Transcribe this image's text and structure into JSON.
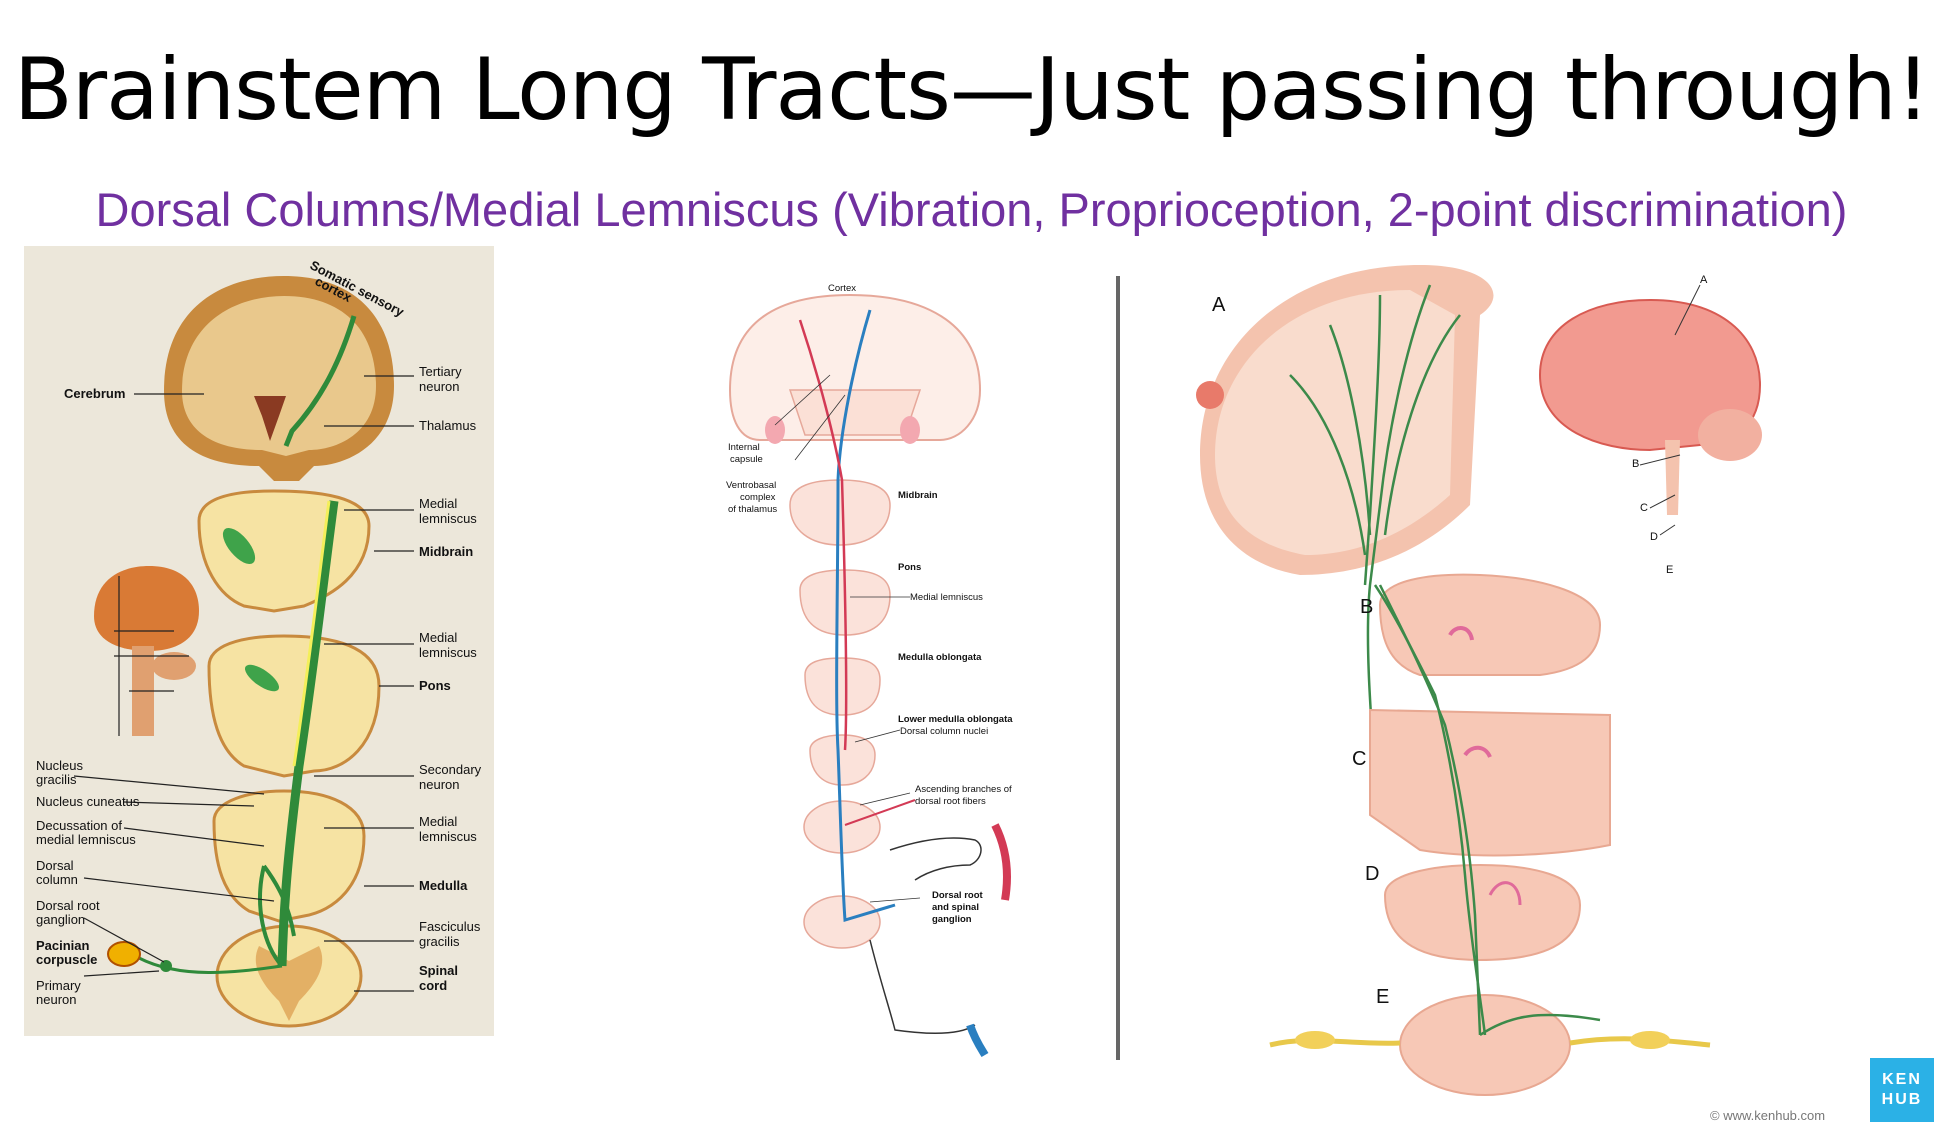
{
  "slide": {
    "title": "Brainstem Long Tracts—Just passing through!",
    "subtitle": "Dorsal Columns/Medial Lemniscus (Vibration, Proprioception, 2-point discrimination)"
  },
  "panel1": {
    "labels": {
      "somatic": "Somatic sensory",
      "cortex": "cortex",
      "cerebrum": "Cerebrum",
      "tertiary1": "Tertiary",
      "tertiary2": "neuron",
      "thalamus": "Thalamus",
      "ml1a": "Medial",
      "ml1b": "lemniscus",
      "midbrain": "Midbrain",
      "ml2a": "Medial",
      "ml2b": "lemniscus",
      "pons": "Pons",
      "ng1": "Nucleus",
      "ng2": "gracilis",
      "nc": "Nucleus cuneatus",
      "dec1": "Decussation of",
      "dec2": "medial lemniscus",
      "dc1": "Dorsal",
      "dc2": "column",
      "drg1": "Dorsal root",
      "drg2": "ganglion",
      "pc1": "Pacinian",
      "pc2": "corpuscle",
      "pn1": "Primary",
      "pn2": "neuron",
      "sec1": "Secondary",
      "sec2": "neuron",
      "ml3a": "Medial",
      "ml3b": "lemniscus",
      "medulla": "Medulla",
      "fg1": "Fasciculus",
      "fg2": "gracilis",
      "sc1": "Spinal",
      "sc2": "cord"
    }
  },
  "panel2": {
    "labels": {
      "cortex": "Cortex",
      "ic1": "Internal",
      "ic2": "capsule",
      "vb1": "Ventrobasal",
      "vb2": "complex",
      "vb3": "of thalamus",
      "midbrain": "Midbrain",
      "pons": "Pons",
      "ml": "Medial lemniscus",
      "mo": "Medulla oblongata",
      "lmo": "Lower medulla oblongata",
      "dcn": "Dorsal column nuclei",
      "ab1": "Ascending branches of",
      "ab2": "dorsal root fibers",
      "drsg1": "Dorsal root",
      "drsg2": "and spinal",
      "drsg3": "ganglion"
    }
  },
  "panel3": {
    "labels": {
      "A": "A",
      "B": "B",
      "C": "C",
      "D": "D",
      "E": "E"
    },
    "inset": {
      "A": "A",
      "B": "B",
      "C": "C",
      "D": "D",
      "E": "E"
    }
  },
  "branding": {
    "logo_line1": "KEN",
    "logo_line2": "HUB",
    "copyright": "© www.kenhub.com"
  },
  "colors": {
    "subtitle": "#7030a0",
    "tract_green": "#2f8a3a",
    "tissue_peach": "#f2b89a",
    "kenhub_blue": "#2bb1e6"
  }
}
